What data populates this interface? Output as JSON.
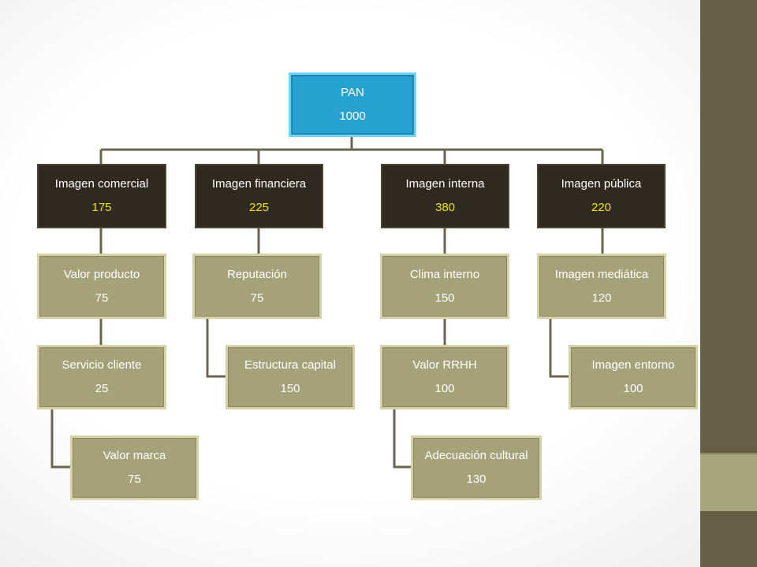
{
  "root": {
    "label": "PAN",
    "value": "1000"
  },
  "branches": [
    {
      "label": "Imagen comercial",
      "value": "175",
      "children": [
        {
          "label": "Valor producto",
          "value": "75"
        },
        {
          "label": "Servicio cliente",
          "value": "25"
        },
        {
          "label": "Valor marca",
          "value": "75"
        }
      ]
    },
    {
      "label": "Imagen financiera",
      "value": "225",
      "children": [
        {
          "label": "Reputación",
          "value": "75"
        },
        {
          "label": "Estructura capital",
          "value": "150"
        }
      ]
    },
    {
      "label": "Imagen interna",
      "value": "380",
      "children": [
        {
          "label": "Clima interno",
          "value": "150"
        },
        {
          "label": "Valor RRHH",
          "value": "100"
        },
        {
          "label": "Adecuación cultural",
          "value": "130"
        }
      ]
    },
    {
      "label": "Imagen pública",
      "value": "220",
      "children": [
        {
          "label": "Imagen mediática",
          "value": "120"
        },
        {
          "label": "Imagen entorno",
          "value": "100"
        }
      ]
    }
  ],
  "colors": {
    "root_fill": "#27a2d0",
    "branch_fill": "#2e2a20",
    "branch_value_text": "#f2e300",
    "leaf_fill": "#a5a27a",
    "connector": "#6b6450",
    "sidebar": "#675e48",
    "sidebar_band": "#a6a57c"
  }
}
